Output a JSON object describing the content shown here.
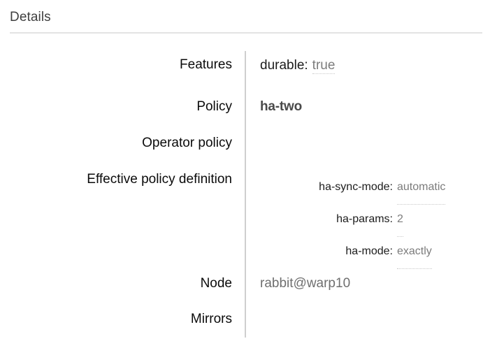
{
  "section": {
    "title": "Details"
  },
  "colors": {
    "rule": "#e3e3e3",
    "divider": "#cfcfcf",
    "label_text": "#0b0b0b",
    "value_text": "#6f6f6f",
    "strong_value_text": "#4a4a4a",
    "dotted_underline": "#c9c9c9",
    "title_text": "#3f3f3f",
    "background": "#ffffff"
  },
  "rows": {
    "features": {
      "label": "Features",
      "key": "durable:",
      "value": "true"
    },
    "policy": {
      "label": "Policy",
      "value": "ha-two"
    },
    "operator_policy": {
      "label": "Operator policy",
      "value": ""
    },
    "effective_policy_definition": {
      "label": "Effective policy definition",
      "entries": [
        {
          "key": "ha-sync-mode:",
          "value": "automatic"
        },
        {
          "key": "ha-params:",
          "value": "2"
        },
        {
          "key": "ha-mode:",
          "value": "exactly"
        }
      ]
    },
    "node": {
      "label": "Node",
      "value": "rabbit@warp10"
    },
    "mirrors": {
      "label": "Mirrors",
      "value": ""
    }
  }
}
